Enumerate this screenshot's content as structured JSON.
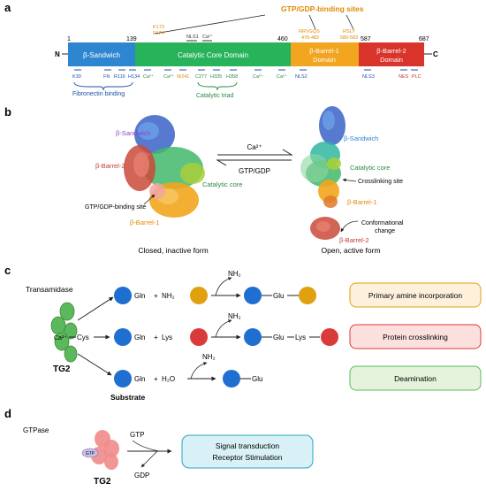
{
  "panel_a": {
    "label": "a",
    "n_terminus": "N",
    "c_terminus": "C",
    "positions": [
      "1",
      "139",
      "460",
      "587",
      "687"
    ],
    "domains": [
      {
        "name": "β-Sandwich",
        "color": "#2e86d1"
      },
      {
        "name": "Catalytic Core Domain",
        "color": "#27b35a"
      },
      {
        "name_line1": "β-Barrel-1",
        "name_line2": "Domain",
        "color": "#f2a51e"
      },
      {
        "name_line1": "β-Barrel-2",
        "name_line2": "Domain",
        "color": "#d9342b"
      }
    ],
    "gtp_sites_label": "GTP/GDP-binding sites",
    "top_markers": {
      "k173": "K173",
      "f174": "F174",
      "nls1": "NLS1",
      "ca_top": "Ca²⁺",
      "rrv_line1": "RRVGQS",
      "rrv_line2": "476-482",
      "srl_line1": "RSLY",
      "srl_line2": "580-583"
    },
    "bottom_markers": {
      "k30": "K30",
      "fn": "FN",
      "r116": "R116",
      "h134": "H134",
      "ca1": "Ca²⁺",
      "ca2": "Ca²⁺",
      "w241": "W241",
      "c277": "C277",
      "h335": "H335",
      "h358": "H358",
      "ca3": "Ca²⁺",
      "ca4": "Ca²⁺",
      "nls2": "NLS2",
      "nls3": "NLS3",
      "nes": "NES",
      "plc": "PLC"
    },
    "fibronectin_label": "Fibronectin binding",
    "triad_label": "Catalytic triad"
  },
  "panel_b": {
    "label": "b",
    "closed": {
      "sandwich": "β-Sandwich",
      "barrel2": "β-Barrel-2",
      "core": "Catalytic core",
      "gtp_site": "GTP/GDP-binding site",
      "barrel1": "β-Barrel-1",
      "caption": "Closed, inactive form"
    },
    "equilibrium": {
      "top": "Ca²⁺",
      "bottom": "GTP/GDP"
    },
    "open": {
      "sandwich": "β-Sandwich",
      "core": "Catalytic core",
      "crosslinking": "Crosslinking site",
      "barrel1": "β-Barrel-1",
      "change_line1": "Conformational",
      "change_line2": "change",
      "barrel2": "β-Barrel-2",
      "caption": "Open, active form"
    }
  },
  "panel_c": {
    "label": "c",
    "title": "Transamidase",
    "ca_label": "Ca²⁺",
    "cys_label": "Cys",
    "enzyme_label": "TG2",
    "substrate_label": "Substrate",
    "reaction1": {
      "gln": "Gln",
      "plus": "+",
      "reagent": "NH₂",
      "nh2_out": "NH₂",
      "product": "Glu",
      "result": "Primary amine incorporation"
    },
    "reaction2": {
      "gln": "Gln",
      "plus": "+",
      "reagent": "Lys",
      "nh2_out": "NH₂",
      "product": "Glu",
      "link": "Lys",
      "result": "Protein crosslinking"
    },
    "reaction3": {
      "gln": "Gln",
      "plus": "+",
      "reagent": "H₂O",
      "nh2_out": "NH₂",
      "product": "Glu",
      "result": "Deamination"
    },
    "colors": {
      "blue": "#1f6fd1",
      "amber": "#e0a010",
      "red": "#d93a3a",
      "green": "#5cb85c"
    }
  },
  "panel_d": {
    "label": "d",
    "title": "GTPase",
    "gtp_in": "GTP",
    "gdp_out": "GDP",
    "badge": "GTP",
    "enzyme_label": "TG2",
    "result_line1": "Signal transduction",
    "result_line2": "Receptor Stimulation"
  }
}
